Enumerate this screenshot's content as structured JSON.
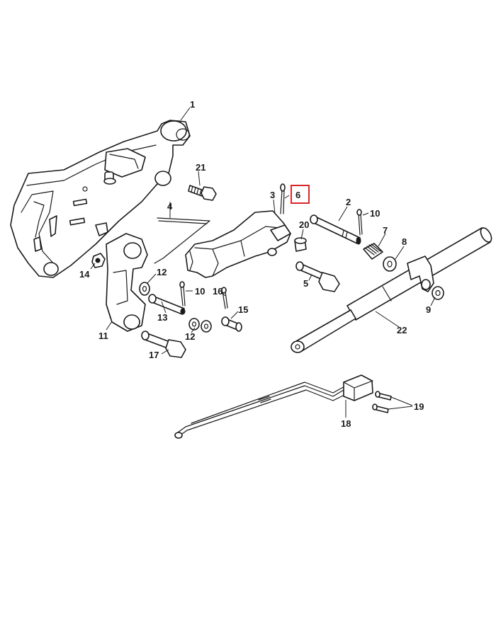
{
  "highlight": {
    "label": "6",
    "color": "#d62828"
  },
  "callouts": {
    "c1": "1",
    "c2": "2",
    "c3": "3",
    "c4": "4",
    "c5": "5",
    "c6": "6",
    "c7": "7",
    "c8": "8",
    "c9": "9",
    "c10a": "10",
    "c10b": "10",
    "c11": "11",
    "c12a": "12",
    "c12b": "12",
    "c13": "13",
    "c14": "14",
    "c15": "15",
    "c16": "16",
    "c17": "17",
    "c18": "18",
    "c19": "19",
    "c20": "20",
    "c21": "21",
    "c22": "22"
  },
  "colors": {
    "line": "#1a1a1a",
    "background": "#ffffff"
  }
}
